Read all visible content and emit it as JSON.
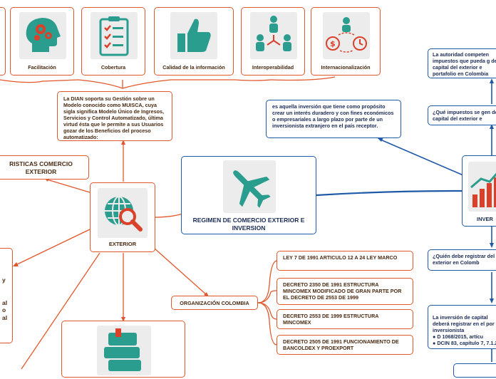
{
  "tiles": [
    {
      "label": "Facilitación",
      "icon": "head-gears-icon"
    },
    {
      "label": "Cobertura",
      "icon": "checklist-icon"
    },
    {
      "label": "Calidad de la información",
      "icon": "thumbs-up-icon"
    },
    {
      "label": "Interoperabilidad",
      "icon": "people-network-icon"
    },
    {
      "label": "Internacionalización",
      "icon": "money-cycle-icon"
    }
  ],
  "dian_text": "La DIAN soporta su Gestión sobre un Modelo conocido como MUISCA, cuya sigla significa Modelo Único de Ingresos, Servicios y Control Automatizado, última virtud ésta que le permite a sus Usuarios gozar de los Beneficios del proceso automatizado:",
  "caracteristicas": "RISTICAS COMERCIO EXTERIOR",
  "center": {
    "title": "REGIMEN DE COMERCIO EXTERIOR E INVERSION",
    "icon": "airplane-icon"
  },
  "exterior": {
    "label": "EXTERIOR",
    "icon": "globe-search-icon"
  },
  "left_partial_a": "y",
  "left_partial_b": "al\no\nal",
  "organizacion": "ORGANIZACIÓN COLOMBIA",
  "laws": [
    "LEY 7 DE 1991 ARTICULO 12 A 24 LEY MARCO",
    "DECRETO 2350 DE 1991 ESTRUCTURA MINCOMEX MODIFICADO DE GRAN PARTE POR EL DECRETO DE 2553 DE 1999",
    "DECRETO 2553 DE 1999 ESTRUCTURA MINCOMEX",
    "DECRETO 2505 DE  1991 FUNCIONAMIENTO DE BANCOLDEX Y PROEXPORT"
  ],
  "inversion_def": "es aquella inversión que tiene como propósito crear un interés duradero y con fines económicos o empresariales a largo plazo por parte de un inversionista extranjero en el país receptor.",
  "inversion": {
    "label": "INVER",
    "icon": "growth-chart-icon"
  },
  "right_notes": [
    "La autoridad competen impuestos que pueda g de capital del exterior e portafolio en Colombia",
    "¿Qué impuestos se gen de capital del exterior e",
    "¿Quién debe registrar del exterior en Colomb",
    "La inversión de capital deberá registrar en el por el inversionista\n● D 1068/2015, artícu\n● DCIN 83, capítulo 7, 7.1.2"
  ],
  "colors": {
    "orange": "#e2572b",
    "blue": "#1e5aa8",
    "teal": "#2a9d8f",
    "red": "#d9412b"
  }
}
